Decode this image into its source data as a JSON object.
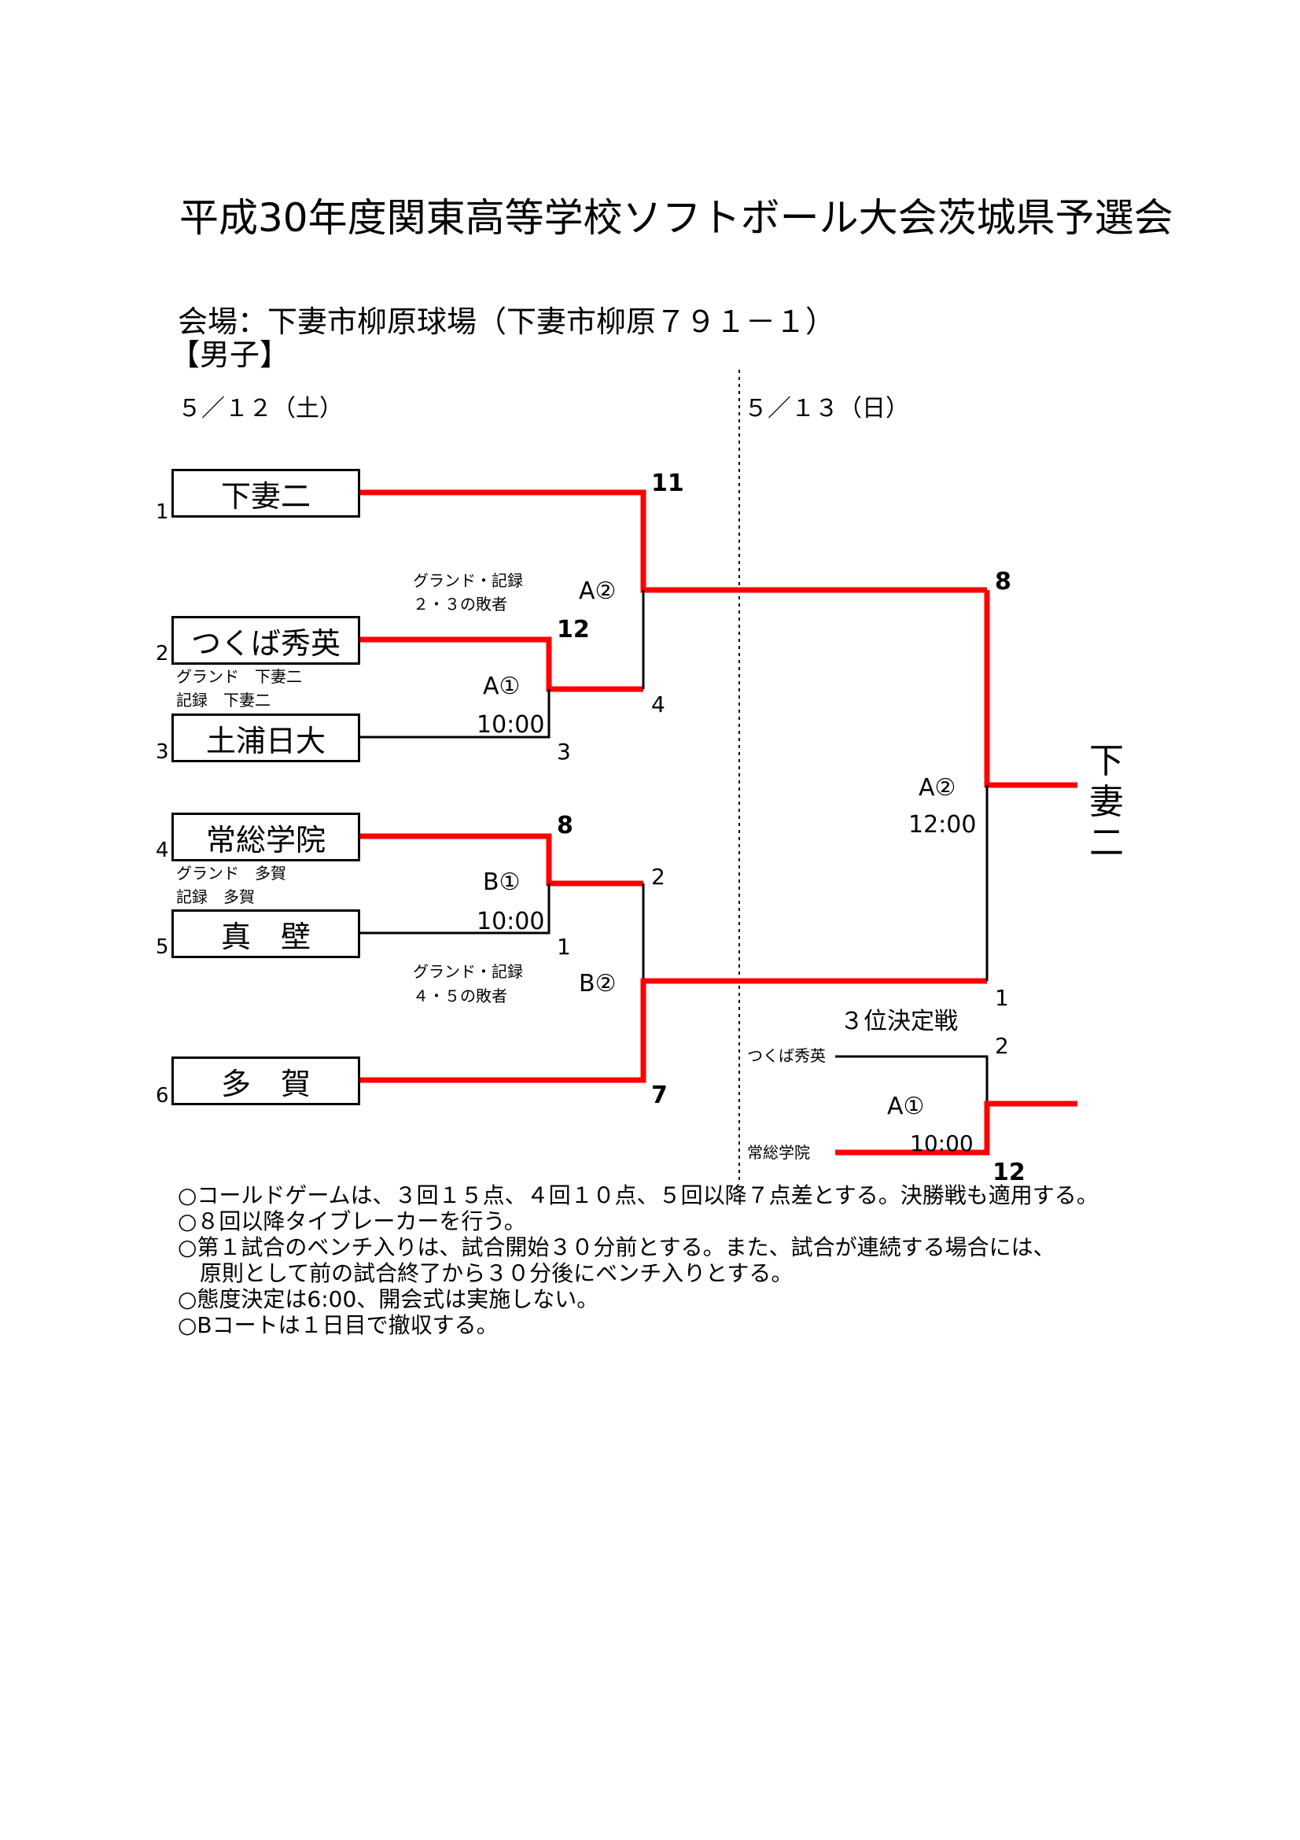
{
  "title": "平成30年度関東高等学校ソフトボール大会茨城県予選会",
  "venue": "会場：下妻市柳原球場（下妻市柳原７９１－１）",
  "division": "【男子】",
  "day1": "５／１２（土）",
  "day2": "５／１３（日）",
  "teams": [
    {
      "seed": "1",
      "name": "下妻二"
    },
    {
      "seed": "2",
      "name": "つくば秀英"
    },
    {
      "seed": "3",
      "name": "土浦日大"
    },
    {
      "seed": "4",
      "name": "常総学院"
    },
    {
      "seed": "5",
      "name": "真　壁"
    },
    {
      "seed": "6",
      "name": "多　賀"
    }
  ],
  "games": {
    "a1": {
      "label": "A①",
      "time": "10:00",
      "top_score": "12",
      "bottom_score": "3"
    },
    "b1": {
      "label": "B①",
      "time": "10:00",
      "top_score": "8",
      "bottom_score": "1"
    },
    "a2": {
      "label": "A②",
      "top_score": "11",
      "bottom_score": "4"
    },
    "b2": {
      "label": "B②",
      "top_score": "2",
      "bottom_score": "7"
    },
    "final": {
      "label": "A②",
      "time": "12:00",
      "top_score": "8",
      "bottom_score": "1"
    },
    "third": {
      "title": "３位決定戦",
      "label": "A①",
      "time": "10:00",
      "top_team": "つくば秀英",
      "bottom_team": "常総学院",
      "top_score": "2",
      "bottom_score": "12"
    }
  },
  "duties": {
    "a2": {
      "line1": "グランド・記録",
      "line2": "２・３の敗者"
    },
    "a1": {
      "line1": "グランド　下妻二",
      "line2": "記録　下妻二"
    },
    "b1": {
      "line1": "グランド　多賀",
      "line2": "記録　多賀"
    },
    "b2": {
      "line1": "グランド・記録",
      "line2": "４・５の敗者"
    }
  },
  "champion": [
    "下",
    "妻",
    "二"
  ],
  "notes": [
    "○コールドゲームは、３回１５点、４回１０点、５回以降７点差とする。決勝戦も適用する。",
    "○８回以降タイブレーカーを行う。",
    "○第１試合のベンチ入りは、試合開始３０分前とする。また、試合が連続する場合には、",
    "　原則として前の試合終了から３０分後にベンチ入りとする。",
    "○態度決定は6:00、開会式は実施しない。",
    "○Bコートは１日目で撤収する。"
  ],
  "colors": {
    "winner_line": "#ff0000",
    "loser_line": "#000000"
  }
}
